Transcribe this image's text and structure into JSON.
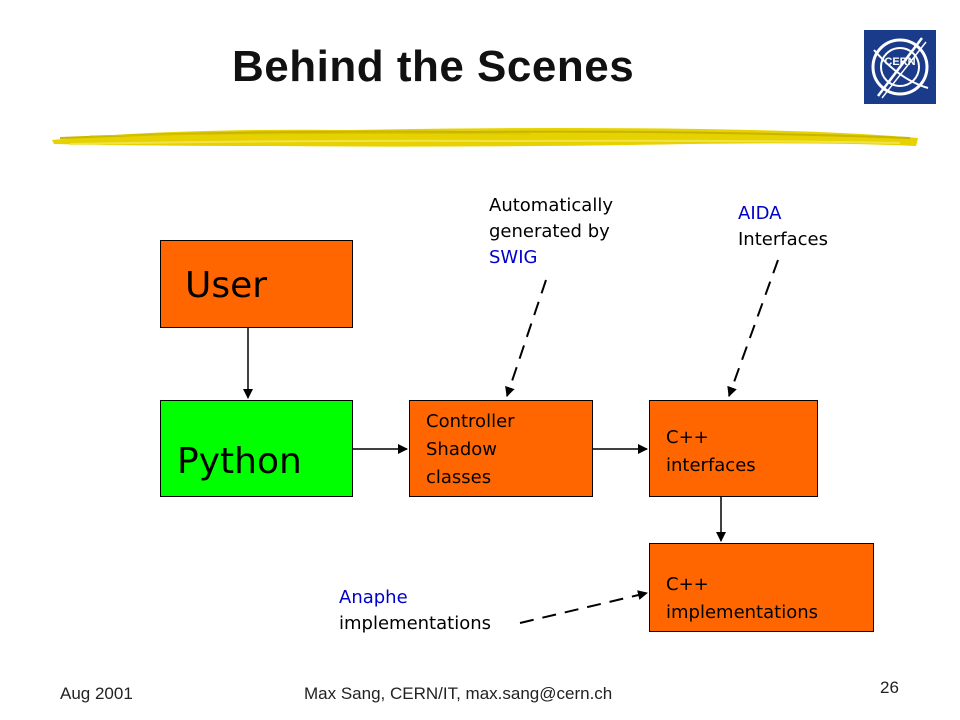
{
  "slide": {
    "title": "Behind the Scenes",
    "logo_text": "CERN"
  },
  "boxes": {
    "user": "User",
    "python": "Python",
    "controller": [
      "Controller",
      "Shadow",
      "classes"
    ],
    "cpp_interfaces": [
      "C++",
      "interfaces"
    ],
    "cpp_implementations": [
      "C++",
      "implementations"
    ]
  },
  "notes": {
    "swig": {
      "line1": "Automatically",
      "line2": "generated by",
      "line3": "SWIG"
    },
    "aida": {
      "line1": "AIDA",
      "line2": "Interfaces"
    },
    "anaphe": {
      "line1": "Anaphe",
      "line2": "implementations"
    }
  },
  "footer": {
    "date": "Aug 2001",
    "author": "Max Sang, CERN/IT, max.sang@cern.ch",
    "page": "26"
  },
  "colors": {
    "box_orange": "#ff6600",
    "box_green": "#00ff00",
    "note_blue": "#0000cc",
    "logo_blue": "#1a3a8a"
  }
}
